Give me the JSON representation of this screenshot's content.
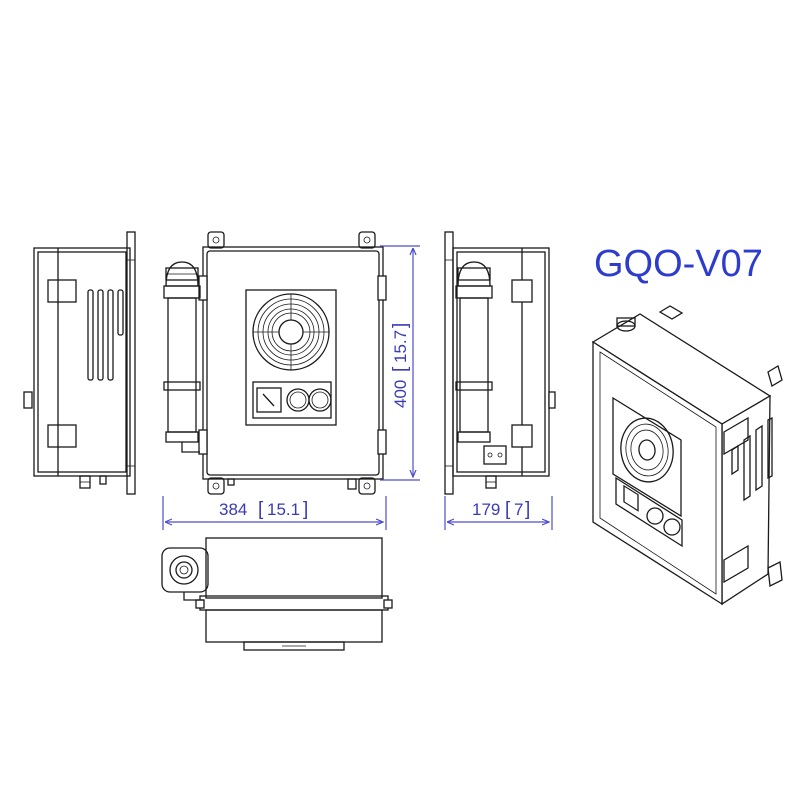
{
  "model_name": "GQO-V07",
  "dimensions": {
    "width": {
      "mm": "384",
      "in": "15.1"
    },
    "height": {
      "mm": "400",
      "in": "15.7"
    },
    "depth": {
      "mm": "179",
      "in": "7"
    }
  },
  "colors": {
    "dimension_lines": "#4d4dcc",
    "dimension_text": "#3a3ab8",
    "model_text": "#2d3ccc",
    "drawing_lines": "#1a1a1a"
  }
}
